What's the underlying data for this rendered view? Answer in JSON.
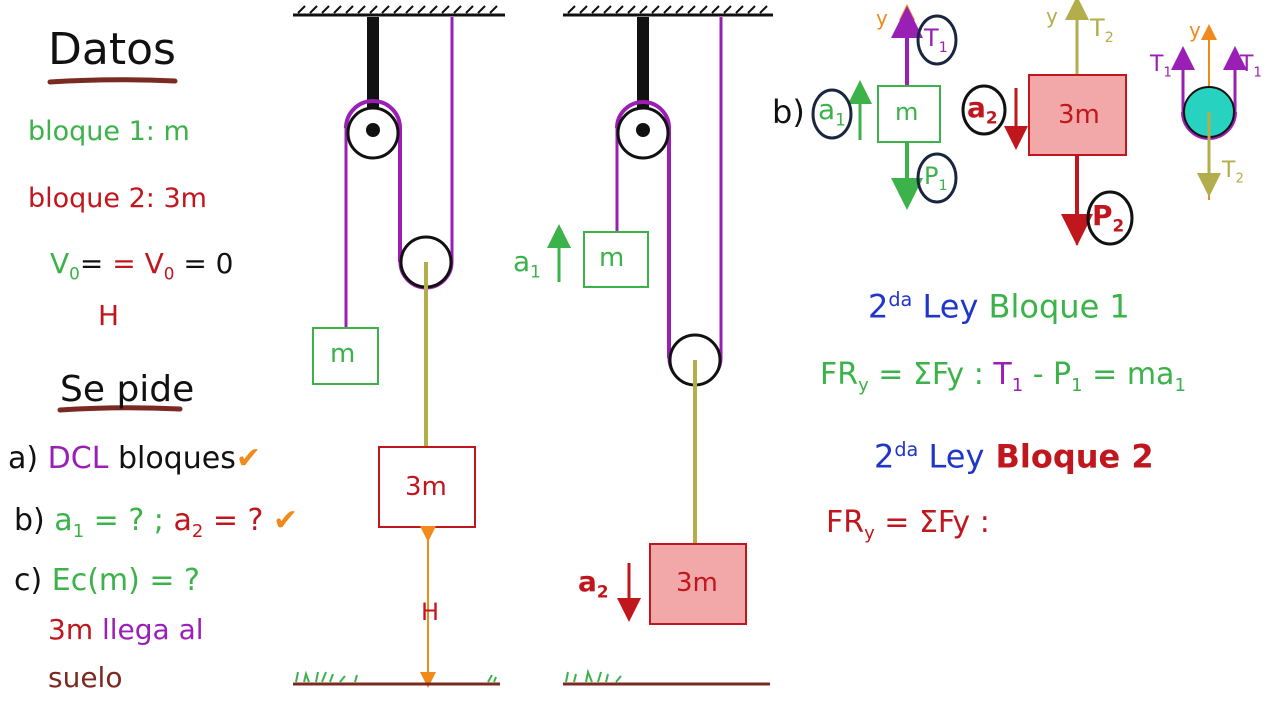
{
  "datos": {
    "title": "Datos",
    "bloque1": "bloque 1: m",
    "bloque2": "bloque 2: 3m",
    "v0_a": "V",
    "v0_sub": "0",
    "v0_b": " = V",
    "v0_sub2": "0",
    "v0_c": " = 0",
    "h": "H"
  },
  "se_pide": {
    "title": "Se pide",
    "a_prefix": "a)",
    "a_text": "DCL",
    "a_rest": " bloques",
    "a_check": "✔",
    "b_prefix": "b)",
    "b_a1": "a",
    "b_a1sub": "1",
    "b_eq1": " = ? ; ",
    "b_a2": "a",
    "b_a2sub": "2",
    "b_eq2": " = ?",
    "b_check": "✔",
    "c_prefix": "c)",
    "c_text": "Ec(m) = ?",
    "c_line2": "3m llega al",
    "c_line3": "suelo"
  },
  "diagram1": {
    "block_m": "m",
    "block_3m": "3m",
    "height_label": "H"
  },
  "diagram2": {
    "block_m": "m",
    "block_3m": "3m",
    "a1": "a",
    "a1_sub": "1",
    "a2": "a",
    "a2_sub": "2"
  },
  "fbd": {
    "label_b": "b)",
    "a1": "a",
    "a1_sub": "1",
    "a2": "a",
    "a2_sub": "2",
    "block_m": "m",
    "block_3m": "3m",
    "y": "y",
    "T1": "T",
    "T1_sub": "1",
    "T2": "T",
    "T2_sub": "2",
    "P1": "P",
    "P1_sub": "1",
    "P2": "P",
    "P2_sub": "2"
  },
  "equations": {
    "ley1_num": "2",
    "ley1_sup": "da",
    "ley1_text": " Ley",
    "ley1_block": " Bloque 1",
    "eq1_left": "FR",
    "eq1_sub": "y",
    "eq1_mid": " = ΣFy : ",
    "eq1_T": "T",
    "eq1_Tsub": "1",
    "eq1_minus": " - P",
    "eq1_Psub": "1",
    "eq1_right": " = ma",
    "eq1_rsub": "1",
    "ley2_num": "2",
    "ley2_sup": "da",
    "ley2_text": " Ley",
    "ley2_block": " Bloque 2",
    "eq2_left": "FR",
    "eq2_sub": "y",
    "eq2_mid": " = ΣFy :"
  },
  "colors": {
    "green": "#3bb24a",
    "red": "#c0161d",
    "purple": "#9a1fb5",
    "olive": "#b3ad4c",
    "orange": "#f08a1a",
    "blue": "#2036c8",
    "block_fill": "#f2a8a8",
    "pulley_fill": "#27d3c0"
  },
  "icons": [
    "check-icon",
    "pulley-icon",
    "ceiling-hatch-icon",
    "grass-icon",
    "arrow-icon"
  ]
}
